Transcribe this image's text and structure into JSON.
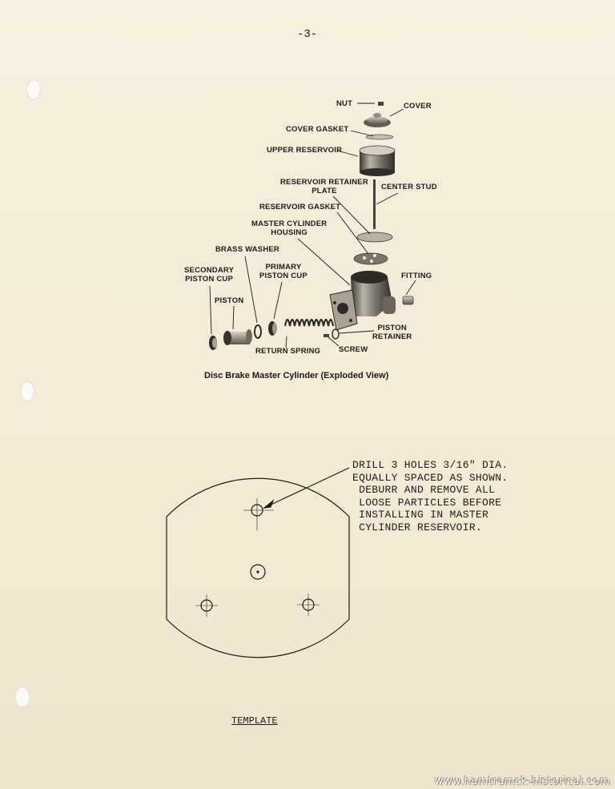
{
  "page_number": "-3-",
  "figure": {
    "caption": "Disc Brake Master Cylinder (Exploded View)",
    "labels": {
      "nut": "NUT",
      "cover": "COVER",
      "cover_gasket": "COVER GASKET",
      "upper_reservoir": "UPPER RESERVOIR",
      "reservoir_retainer_plate_1": "RESERVOIR RETAINER",
      "reservoir_retainer_plate_2": "PLATE",
      "center_stud": "CENTER STUD",
      "reservoir_gasket": "RESERVOIR GASKET",
      "master_cylinder_housing_1": "MASTER CYLINDER",
      "master_cylinder_housing_2": "HOUSING",
      "brass_washer": "BRASS WASHER",
      "secondary_piston_cup_1": "SECONDARY",
      "secondary_piston_cup_2": "PISTON CUP",
      "primary_piston_cup_1": "PRIMARY",
      "primary_piston_cup_2": "PISTON CUP",
      "fitting": "FITTING",
      "piston": "PISTON",
      "piston_retainer_1": "PISTON",
      "piston_retainer_2": "RETAINER",
      "return_spring": "RETURN SPRING",
      "screw": "SCREW"
    }
  },
  "template": {
    "instructions": "DRILL 3 HOLES 3/16\" DIA.\nEQUALLY SPACED AS SHOWN.\n DEBURR AND REMOVE ALL\n LOOSE PARTICLES BEFORE\n INSTALLING IN MASTER\n CYLINDER RESERVOIR.",
    "label": "TEMPLATE"
  },
  "watermark": "www.hamtramck-historical.com"
}
